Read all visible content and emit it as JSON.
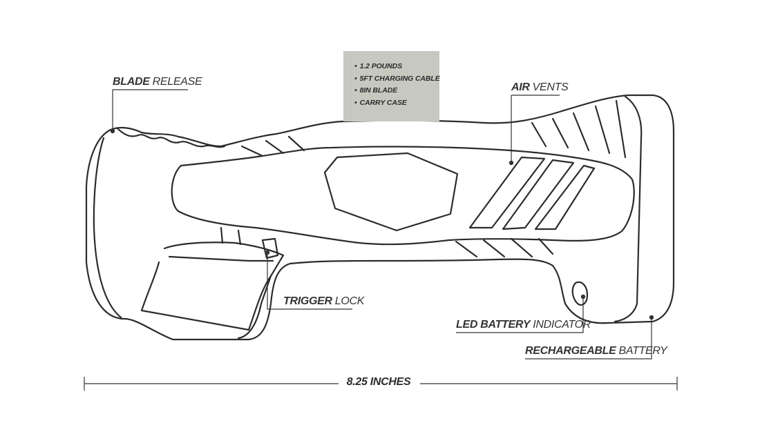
{
  "specs": {
    "items": [
      "1.2 POUNDS",
      "5FT CHARGING CABLE",
      "8IN BLADE",
      "CARRY CASE"
    ]
  },
  "callouts": {
    "blade_release": {
      "bold": "BLADE",
      "light": "RELEASE"
    },
    "air_vents": {
      "bold": "AIR",
      "light": "VENTS"
    },
    "trigger_lock": {
      "bold": "TRIGGER",
      "light": "LOCK"
    },
    "led_battery": {
      "bold": "LED BATTERY",
      "light": "INDICATOR"
    },
    "rechargeable_battery": {
      "bold": "RECHARGEABLE",
      "light": "BATTERY"
    }
  },
  "dimension": {
    "label": "8.25 INCHES"
  },
  "colors": {
    "line": "#2b2b2b",
    "spec_box": "#c7c8c0"
  }
}
